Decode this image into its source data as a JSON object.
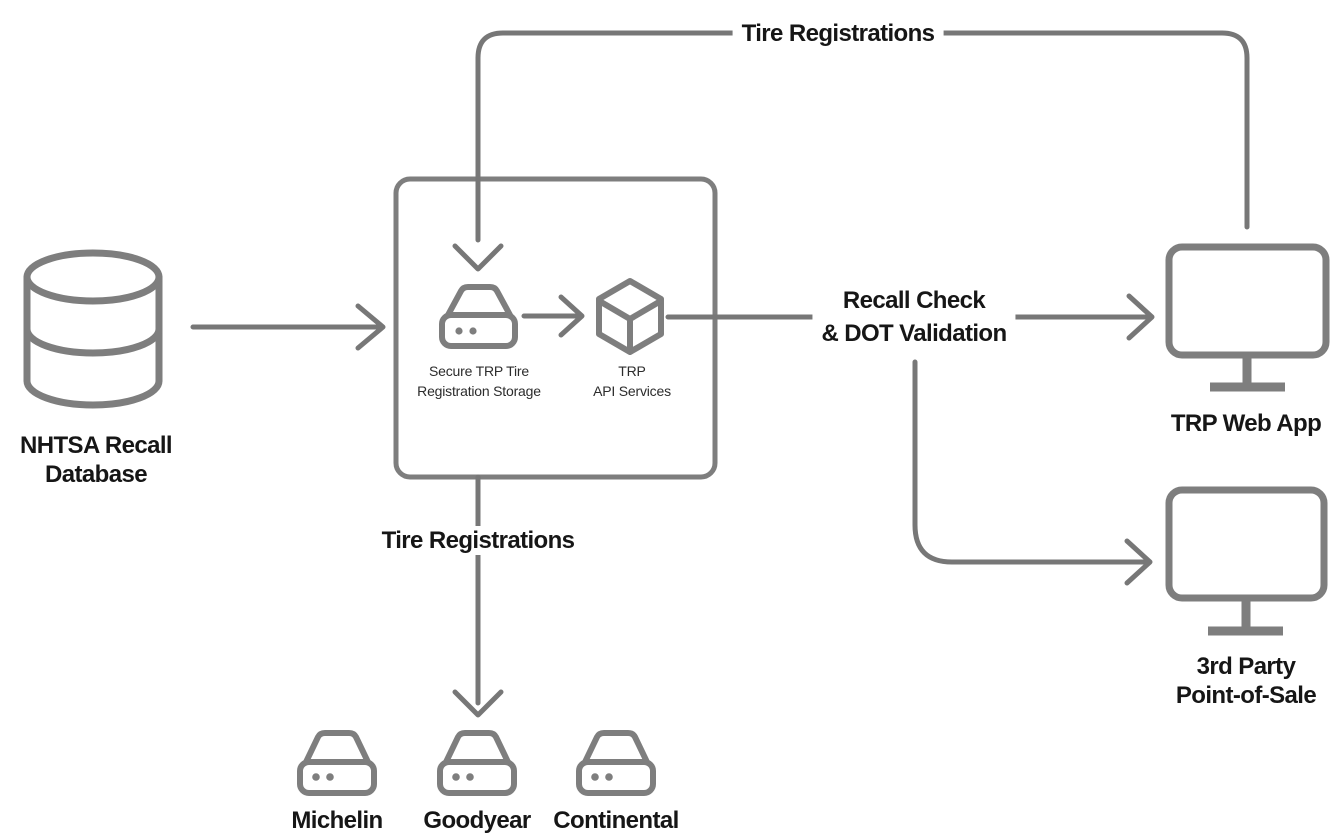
{
  "colors": {
    "flow_line": "#777777",
    "icon_stroke": "#7e7e7e",
    "label_text": "#161616",
    "sublabel_text": "#2c2c2c",
    "background": "#ffffff"
  },
  "nodes": {
    "nhtsa_database": {
      "label_line1": "NHTSA Recall",
      "label_line2": "Database"
    },
    "storage": {
      "label_line1": "Secure TRP Tire",
      "label_line2": "Registration Storage"
    },
    "api_services": {
      "label_line1": "TRP",
      "label_line2": "API Services"
    },
    "web_app": {
      "label": "TRP Web App"
    },
    "pos": {
      "label_line1": "3rd Party",
      "label_line2": "Point-of-Sale"
    },
    "manufacturers": [
      {
        "label": "Michelin"
      },
      {
        "label": "Goodyear"
      },
      {
        "label": "Continental"
      }
    ]
  },
  "edges": {
    "web_app_to_storage_label": "Tire Registrations",
    "storage_to_manufacturers_label": "Tire Registrations",
    "recall_check_line1": "Recall Check",
    "recall_check_line2": "& DOT Validation"
  }
}
